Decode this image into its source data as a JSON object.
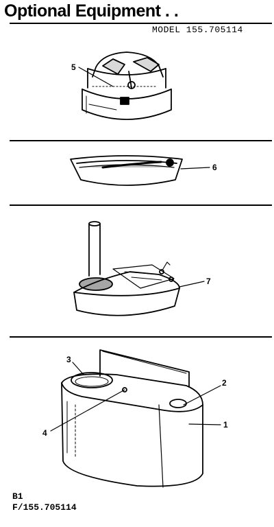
{
  "header": {
    "title": "Optional Equipment . .",
    "model": "MODEL 155.705114"
  },
  "callouts": {
    "c1": "1",
    "c2": "2",
    "c3": "3",
    "c4": "4",
    "c5": "5",
    "c6": "6",
    "c7": "7"
  },
  "footer": {
    "line1": "B1",
    "line2": "F/155.705114"
  }
}
